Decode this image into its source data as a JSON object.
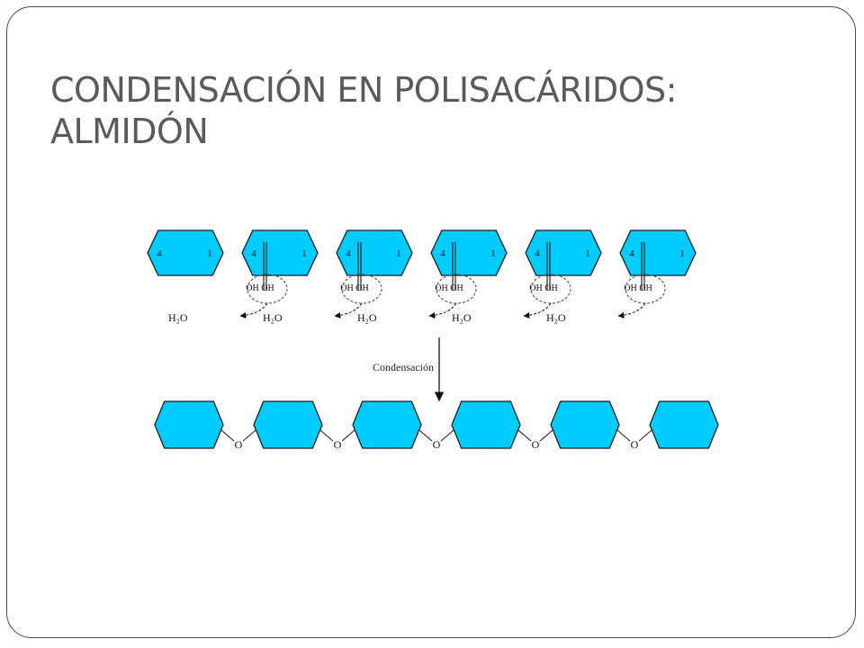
{
  "title": {
    "line1": "CONDENSACIÓN EN POLISACÁRIDOS:",
    "line2": "ALMIDÓN"
  },
  "diagram": {
    "monomer_count": 6,
    "carbon_left_label": "4",
    "carbon_right_label": "1",
    "hydroxyl_pair_label": "OH OH",
    "water_label": "H₂O",
    "reaction_label": "Condensación",
    "bridge_label": "O",
    "colors": {
      "ring_fill": "#00ccff",
      "ring_stroke": "#1a1a1a",
      "dashed": "#555555"
    }
  }
}
